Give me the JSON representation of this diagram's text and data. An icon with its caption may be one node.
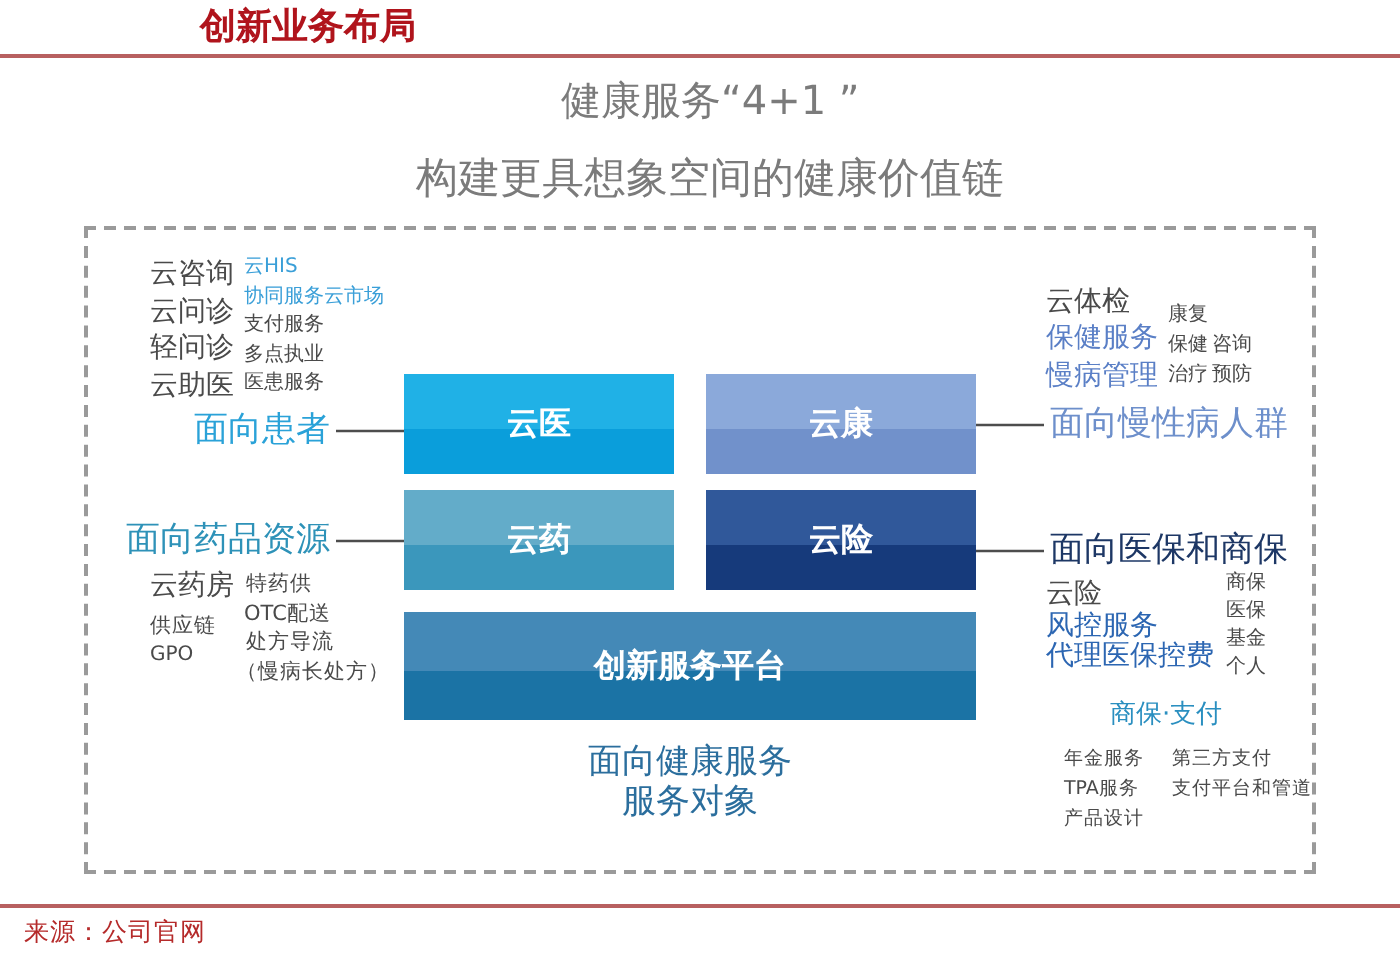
{
  "diagram": {
    "title": "创新业务布局",
    "caption": "来源：公司官网",
    "nodes": [
      {
        "text": [],
        "shape": "box"
      },
      {
        "text": [
          "面向患者"
        ],
        "in": 0,
        "beside": [
          "云咨询",
          "云问诊",
          "轻问诊",
          "云助医",
          "云HIS",
          "协同服务云市场",
          "支付服务",
          "多点执业",
          "医患服务"
        ]
      },
      {
        "text": [
          "云医"
        ],
        "in": 0
      },
      {
        "text": [
          "云康"
        ],
        "in": 0
      },
      {
        "text": [
          "面向慢性病人群"
        ],
        "in": 0,
        "beside": [
          "云体检",
          "保健服务",
          "慢病管理",
          "康复",
          "保健",
          "咨询",
          "治疗",
          "预防"
        ]
      },
      {
        "text": [
          "面向药品资源"
        ],
        "in": 0,
        "beside": [
          "云药房",
          "供应链",
          "GPO",
          "特药供",
          "OTC配送",
          "处方导流",
          "（慢病长处方）"
        ]
      },
      {
        "text": [
          "云药"
        ],
        "in": 0
      },
      {
        "text": [
          "云险"
        ],
        "in": 0
      },
      {
        "text": [
          "面向医保和商保"
        ],
        "in": 0,
        "beside": [
          "云险",
          "风控服务",
          "代理医保控费",
          "商保",
          "医保",
          "基金",
          "个人"
        ]
      },
      {
        "text": [
          "创新服务平台"
        ],
        "in": 0,
        "beside": [
          "面向健康服务服务对象"
        ]
      }
    ],
    "edges": [
      {
        "from": 1,
        "to": 2,
        "arrow": "none"
      },
      {
        "from": 3,
        "to": 4,
        "arrow": "none"
      },
      {
        "from": 5,
        "to": 6,
        "arrow": "none"
      },
      {
        "from": 7,
        "to": 8,
        "arrow": "none"
      }
    ],
    "labels": [
      "健康服务“4+1 ”",
      "构建更具想象空间的健康价值链",
      "商保·支付",
      "年金服务",
      "第三方支付",
      "TPA服务",
      "支付平台和管道",
      "产品设计"
    ]
  }
}
